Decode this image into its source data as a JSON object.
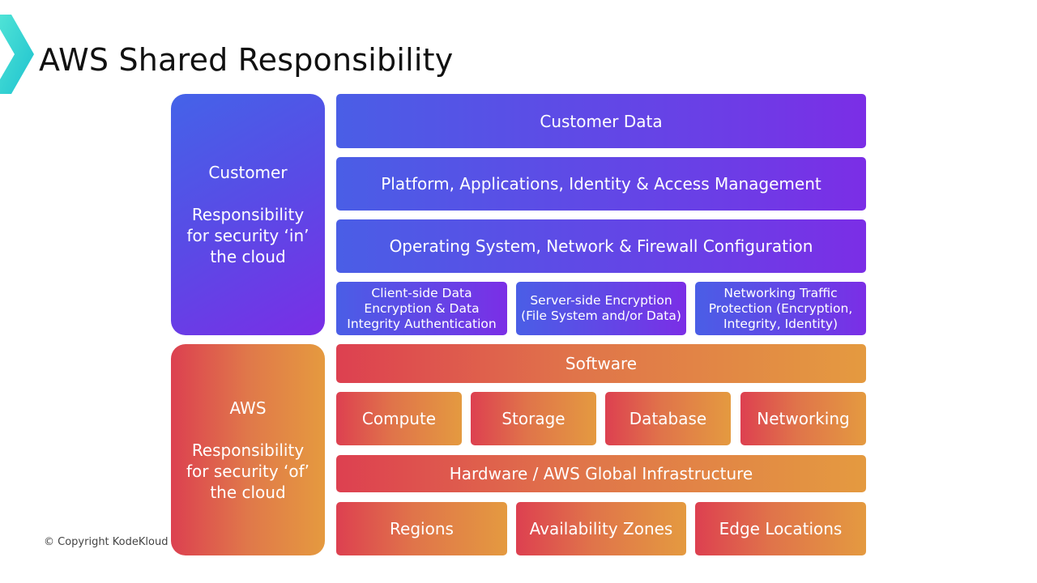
{
  "title": "AWS Shared Responsibility",
  "customer_side": {
    "heading": "Customer",
    "lines": [
      "Responsibility",
      "for security ‘in’",
      "the cloud"
    ]
  },
  "aws_side": {
    "heading": "AWS",
    "lines": [
      "Responsibility",
      "for security ‘of’",
      "the cloud"
    ]
  },
  "customer_layers": {
    "customer_data": "Customer Data",
    "platform": "Platform, Applications, Identity & Access Management",
    "os": "Operating System, Network & Firewall Configuration",
    "client_encryption": [
      "Client-side Data",
      "Encryption & Data",
      "Integrity Authentication"
    ],
    "server_encryption": [
      "Server-side Encryption",
      "(File System and/or Data)"
    ],
    "network_protection": [
      "Networking Traffic",
      "Protection (Encryption,",
      "Integrity, Identity)"
    ]
  },
  "aws_layers": {
    "software": "Software",
    "services": [
      "Compute",
      "Storage",
      "Database",
      "Networking"
    ],
    "hardware": "Hardware / AWS Global Infrastructure",
    "infrastructure": [
      "Regions",
      "Availability Zones",
      "Edge Locations"
    ]
  },
  "copyright": "© Copyright KodeKloud",
  "colors": {
    "customer_gradient_start": "#4a5ee6",
    "customer_gradient_end": "#7b2ee6",
    "aws_gradient_start": "#dd4050",
    "aws_gradient_end": "#e49a40",
    "logo_accent": "#3fd6d0"
  }
}
